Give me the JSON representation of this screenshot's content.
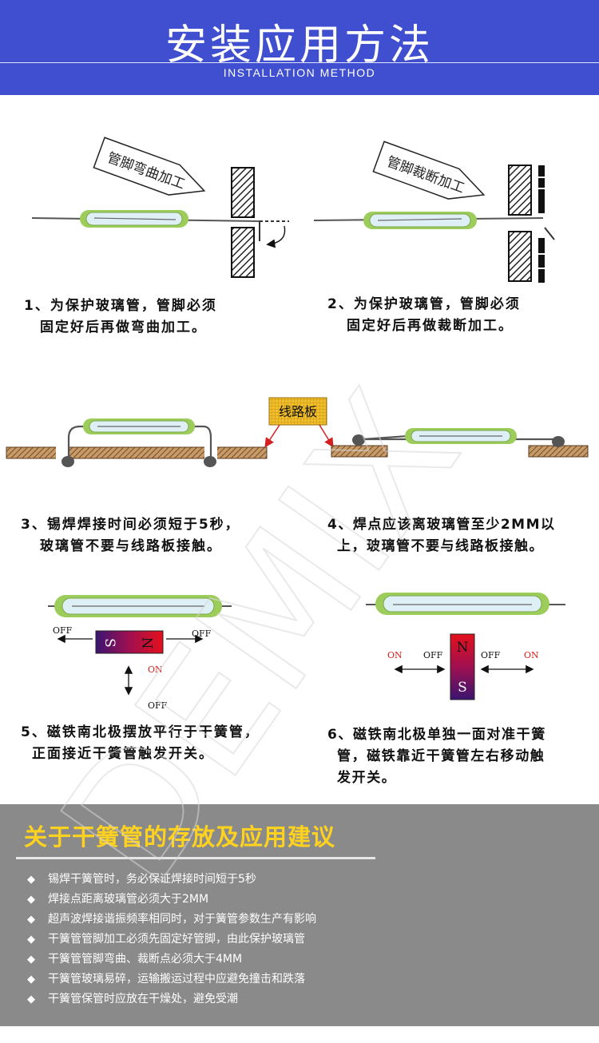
{
  "header": {
    "title": "安装应用方法",
    "subtitle": "INSTALLATION METHOD"
  },
  "diagram_labels": {
    "bend_arrow": "管脚弯曲加工",
    "cut_arrow": "管脚裁断加工",
    "pcb_label": "线路板",
    "off": "OFF",
    "on": "ON",
    "pole_s": "S",
    "pole_n": "N"
  },
  "steps": [
    {
      "line1": "1、为保护玻璃管，管脚必须",
      "line2": "固定好后再做弯曲加工。"
    },
    {
      "line1": "2、为保护玻璃管，管脚必须",
      "line2": "固定好后再做裁断加工。"
    },
    {
      "line1": "3、锡焊焊接时间必须短于5秒，",
      "line2": "玻璃管不要与线路板接触。"
    },
    {
      "line1": "4、焊点应该离玻璃管至少2MM以",
      "line2": "上，玻璃管不要与线路板接触。"
    },
    {
      "line1": "5、磁铁南北极摆放平行于干簧管，",
      "line2": "正面接近干簧管触发开关。"
    },
    {
      "line1": "6、磁铁南北极单独一面对准干簧",
      "line2": "管，磁铁靠近干簧管左右移动触",
      "line3": "发开关。"
    }
  ],
  "tips": {
    "title": "关于干簧管的存放及应用建议",
    "bullet": "◆",
    "items": [
      "锡焊干簧管时，务必保证焊接时间短于5秒",
      "焊接点距离玻璃管必须大于2MM",
      "超声波焊接谐振频率相同时，对于簧管参数生产有影响",
      "干簧管管脚加工必须先固定好管脚，由此保护玻璃管",
      "干簧管管脚弯曲、裁断点必须大于4MM",
      "干簧管玻璃易碎，运输搬运过程中应避免撞击和跌落",
      "干簧管保管时应放在干燥处，避免受潮"
    ]
  },
  "watermark": "DEMIX",
  "colors": {
    "header_bg": "#3f4fcf",
    "tips_bg": "#8a8a8a",
    "tips_title": "#ffd21f",
    "glass_fill": "#dfeff6",
    "glass_end": "#9ccc5a",
    "pcb_label_bg": "#f3c02c",
    "arrow_red": "#d42020",
    "on_red": "#d42020"
  }
}
